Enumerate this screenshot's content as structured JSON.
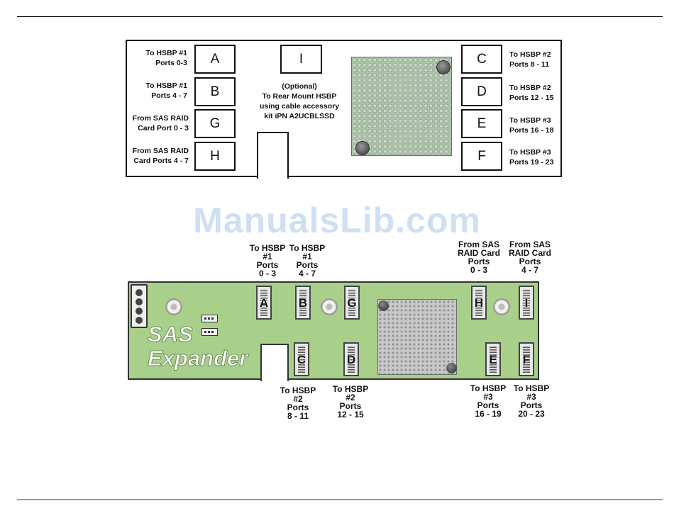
{
  "watermark": "ManualsLib.com",
  "schematic": {
    "boxes": {
      "A": "A",
      "B": "B",
      "G": "G",
      "H": "H",
      "I": "I",
      "C": "C",
      "D": "D",
      "E": "E",
      "F": "F"
    },
    "left_labels": [
      [
        "To HSBP #1",
        "Ports 0-3"
      ],
      [
        "To HSBP #1",
        "Ports 4 - 7"
      ],
      [
        "From SAS RAID",
        "Card Port 0 - 3"
      ],
      [
        "From SAS RAID",
        "Card Ports 4 - 7"
      ]
    ],
    "right_labels": [
      [
        "To HSBP #2",
        "Ports 8 - 11"
      ],
      [
        "To HSBP #2",
        "Ports 12 - 15"
      ],
      [
        "To HSBP #3",
        "Ports 16 - 18"
      ],
      [
        "To HSBP #3",
        "Ports 19 - 23"
      ]
    ],
    "center_note": [
      "(Optional)",
      "To Rear Mount HSBP",
      "using cable accessory",
      "kit iPN A2UCBLSSD"
    ]
  },
  "board": {
    "title_line1": "SAS",
    "title_line2": "Expander",
    "connectors": {
      "A": "A",
      "B": "B",
      "G": "G",
      "H": "H",
      "I": "I",
      "C": "C",
      "D": "D",
      "E": "E",
      "F": "F"
    },
    "top_labels": [
      [
        "To HSBP",
        "#1",
        "Ports",
        "0 - 3"
      ],
      [
        "To HSBP",
        "#1",
        "Ports",
        "4 - 7"
      ],
      [
        "From SAS",
        "RAID Card",
        "Ports",
        "0 - 3"
      ],
      [
        "From SAS",
        "RAID Card",
        "Ports",
        "4 - 7"
      ]
    ],
    "bottom_labels": [
      [
        "To HSBP",
        "#2",
        "Ports",
        "8 - 11"
      ],
      [
        "To HSBP",
        "#2",
        "Ports",
        "12 - 15"
      ],
      [
        "To HSBP",
        "#3",
        "Ports",
        "16 - 19"
      ],
      [
        "To HSBP",
        "#3",
        "Ports",
        "20 - 23"
      ]
    ]
  }
}
